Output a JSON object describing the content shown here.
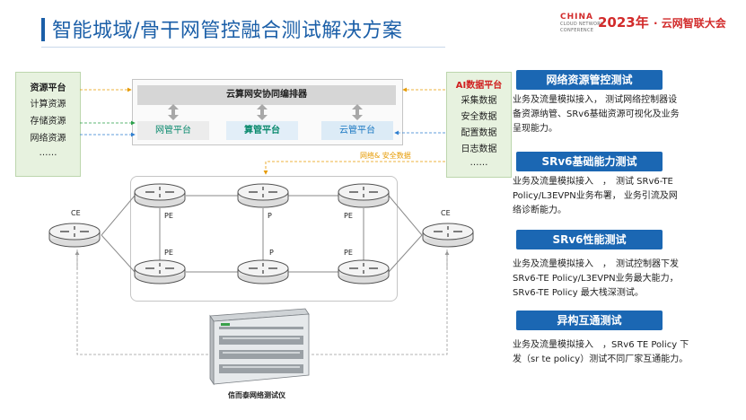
{
  "header": {
    "title": "智能城域/骨干网管控融合测试解决方案",
    "logo": {
      "china": "CHINA",
      "line1": "CLOUD NETWORK",
      "line2": "CONFERENCE",
      "year": "2023年",
      "separator": "·",
      "name": "云网智联大会"
    }
  },
  "left_panel": {
    "heading": "资源平台",
    "items": [
      "计算资源",
      "存储资源",
      "网络资源",
      "……"
    ]
  },
  "right_panel": {
    "heading": "AI数据平台",
    "items": [
      "采集数据",
      "安全数据",
      "配置数据",
      "日志数据",
      "……"
    ]
  },
  "orchestrator": {
    "title": "云算网安协同编排器",
    "subs": [
      "网管平台",
      "算管平台",
      "云管平台"
    ]
  },
  "security_label": "网络& 安全数据",
  "routers": {
    "ce_left": "CE",
    "ce_right": "CE",
    "top_row": [
      "PE",
      "P",
      "PE"
    ],
    "bottom_row": [
      "PE",
      "P",
      "PE"
    ]
  },
  "tester_label": "信而泰网络测试仪",
  "capabilities": [
    {
      "title": "网络资源管控测试",
      "lines": [
        "业务及流量模拟接入， 测试网络控制器设",
        "备资源纳管、SRv6基础资源可视化及业务",
        "呈现能力。"
      ]
    },
    {
      "title": "SRv6基础能力测试",
      "lines": [
        "业务及流量模拟接入　，　测试 SRv6-TE",
        "Policy/L3EVPN业务布署， 业务引流及网",
        "络诊断能力。"
      ]
    },
    {
      "title": "SRv6性能测试",
      "lines": [
        "业务及流量模拟接入　，　测试控制器下发",
        "SRv6-TE Policy/L3EVPN业务最大能力，",
        "SRv6-TE Policy 最大栈深测试。"
      ]
    },
    {
      "title": "异构互通测试",
      "lines": [
        "业务及流量模拟接入　，SRv6 TE Policy 下",
        "发（sr te policy）测试不同厂家互通能力。"
      ]
    }
  ],
  "colors": {
    "brand_blue": "#1b67b3",
    "title_blue": "#1b5fa8",
    "ai_red": "#d01f1f",
    "panel_green": "#e7f2df",
    "flow_orange": "#e69a00",
    "flow_green": "#2aa04a",
    "flow_blue": "#2f7fd0"
  }
}
